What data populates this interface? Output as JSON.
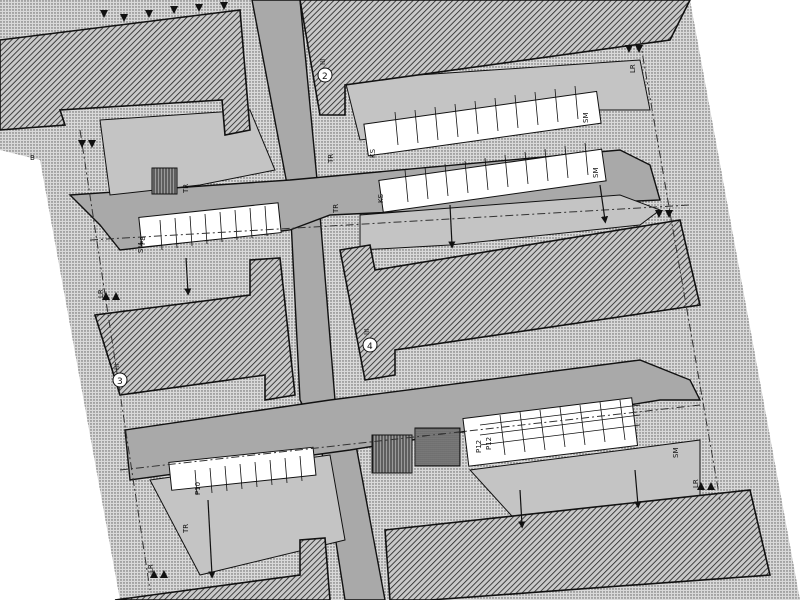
{
  "map": {
    "sheet_corner_letter": "B",
    "building_numbers": [
      "2",
      "4",
      "3"
    ],
    "building_number_suffix": "III",
    "parking_codes": [
      "P8",
      "P10",
      "P12",
      "P12"
    ],
    "service_labels": {
      "tr": "TR",
      "sm": "SM",
      "lr": "LR",
      "ks": "KS"
    },
    "colors": {
      "building_fill": "#b8b8b8",
      "road_fill": "#a9a9a9",
      "green_fill": "#d6d6d6",
      "paved_fill": "#c4c4c4",
      "line": "#111111",
      "page": "#ffffff"
    }
  }
}
